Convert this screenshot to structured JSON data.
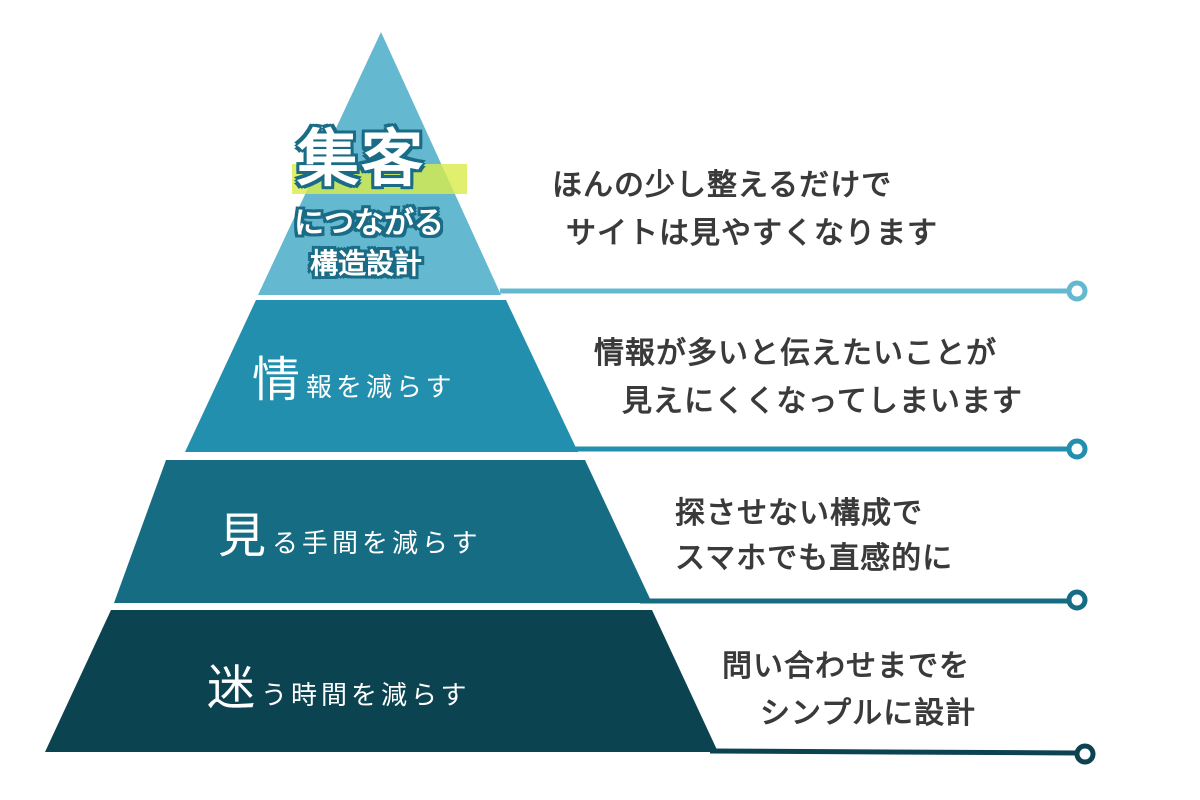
{
  "colors": {
    "tier1": "#64b8cf",
    "tier2": "#218fad",
    "tier3": "#156c83",
    "tier4": "#0b4350",
    "highlight": "#c5e34d",
    "text": "#3a3a3a"
  },
  "top": {
    "title": "集客",
    "line2": "につながる",
    "line3": "構造設計"
  },
  "tiers": [
    {
      "big": "情",
      "rest": "報を減らす",
      "desc1": "情報が多いと伝えたいことが",
      "desc2": "見えにくくなってしまいます"
    },
    {
      "big": "見",
      "rest": "る手間を減らす",
      "desc1": "探させない構成で",
      "desc2": "スマホでも直感的に"
    },
    {
      "big": "迷",
      "rest": "う時間を減らす",
      "desc1": "問い合わせまでを",
      "desc2": "シンプルに設計"
    }
  ],
  "top_desc": {
    "desc1": "ほんの少し整えるだけで",
    "desc2": "サイトは見やすくなります"
  }
}
